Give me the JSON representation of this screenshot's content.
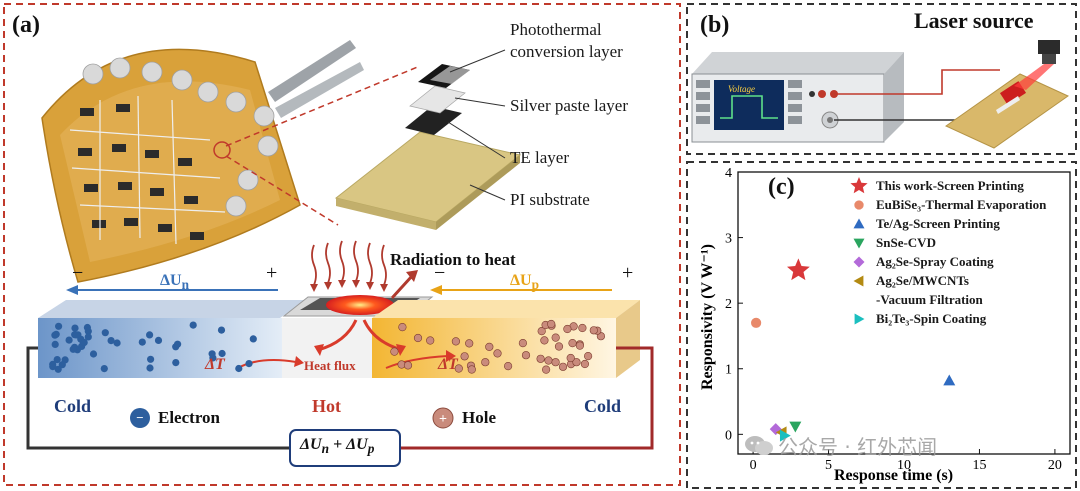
{
  "panel_a": {
    "label": "(a)",
    "layers": {
      "photothermal_1": "Photothermal",
      "photothermal_2": "conversion layer",
      "silver": "Silver paste layer",
      "te": "TE layer",
      "pi": "PI substrate"
    },
    "schematic": {
      "radiation": "Radiation to heat",
      "minus_left": "−",
      "plus_left": "+",
      "delta_un": "ΔU",
      "delta_un_sub": "n",
      "minus_right": "−",
      "plus_right": "+",
      "delta_up": "ΔU",
      "delta_up_sub": "p",
      "delta_t_left": "ΔT",
      "delta_t_right": "ΔT",
      "heat_flux": "Heat flux",
      "cold_left": "Cold",
      "hot": "Hot",
      "cold_right": "Cold",
      "electron": "Electron",
      "hole": "Hole",
      "sum_a": "ΔU",
      "sum_a_sub": "n",
      "sum_plus": " + ",
      "sum_b": "ΔU",
      "sum_b_sub": "p"
    }
  },
  "panel_b": {
    "label": "(b)",
    "laser": "Laser source",
    "screen_text": "Voltage"
  },
  "panel_c": {
    "label": "(c)",
    "xlabel": "Response time (s)",
    "ylabel": "Responsivity (V W⁻¹)",
    "xticks": [
      "0",
      "5",
      "10",
      "15",
      "20"
    ],
    "yticks": [
      "0",
      "1",
      "2",
      "3",
      "4"
    ]
  },
  "chart_data": {
    "type": "scatter",
    "xlabel": "Response time (s)",
    "ylabel": "Responsivity (V W⁻¹)",
    "xlim": [
      -1,
      21
    ],
    "ylim": [
      -0.3,
      4
    ],
    "grid": false,
    "legend_position": "top-right",
    "series": [
      {
        "name": "This work-Screen Printing",
        "marker": "star",
        "color": "#d9383a",
        "points": [
          [
            3.0,
            2.5
          ]
        ]
      },
      {
        "name": "EuBiSe₃-Thermal Evaporation",
        "marker": "circle",
        "color": "#e8896a",
        "points": [
          [
            0.2,
            1.7
          ]
        ]
      },
      {
        "name": "Te/Ag-Screen Printing",
        "marker": "triangle-up",
        "color": "#2f6bc1",
        "points": [
          [
            13.0,
            0.82
          ]
        ]
      },
      {
        "name": "SnSe-CVD",
        "marker": "triangle-down",
        "color": "#2aa55f",
        "points": [
          [
            2.8,
            0.12
          ]
        ]
      },
      {
        "name": "Ag₂Se-Spray Coating",
        "marker": "diamond",
        "color": "#b36ad9",
        "points": [
          [
            1.5,
            0.08
          ]
        ]
      },
      {
        "name": "Ag₂Se/MWCNTs -Vacuum Filtration",
        "marker": "triangle-left",
        "color": "#b38a12",
        "points": [
          [
            1.9,
            0.03
          ]
        ]
      },
      {
        "name": "Bi₂Te₃-Spin Coating",
        "marker": "triangle-right",
        "color": "#1bbfbf",
        "points": [
          [
            2.1,
            -0.02
          ]
        ]
      }
    ],
    "legend_lines": [
      [
        "This work-Screen Printing"
      ],
      [
        "EuBiSe₃-Thermal Evaporation"
      ],
      [
        "Te/Ag-Screen Printing"
      ],
      [
        "SnSe-CVD"
      ],
      [
        "Ag₂Se-Spray Coating"
      ],
      [
        "Ag₂Se/MWCNTs",
        "-Vacuum Filtration"
      ],
      [
        "Bi₂Te₃-Spin Coating"
      ]
    ]
  },
  "watermark": "公众号 · 红外芯闻",
  "colors": {
    "frame_red": "#c0392b",
    "frame_dark": "#333333",
    "blue_region": "#2d5f9e",
    "orange_region": "#f0b429",
    "arrow_blue": "#3a72b8",
    "arrow_orange": "#e8a317",
    "label_blue": "#1f3d7a",
    "label_red": "#c0392b"
  }
}
